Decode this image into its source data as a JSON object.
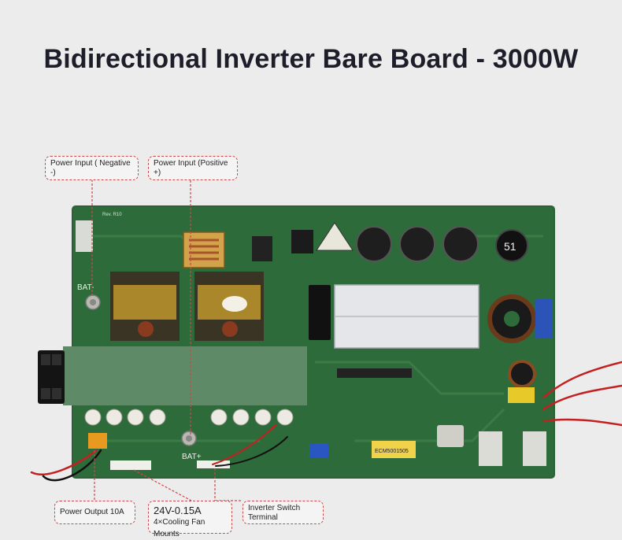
{
  "title": "Bidirectional Inverter Bare Board - 3000W",
  "labels": {
    "power_input_negative": "Power Input ( Negative -)",
    "power_input_positive": "Power Input (Positive +)",
    "power_output": "Power Output 10A",
    "fan_voltage": "24V-0.15A",
    "fan_mounts": "4×Cooling Fan Mounts",
    "inverter_switch": "Inverter Switch Terminal"
  },
  "board_markings": {
    "bat_minus": "BAT-",
    "bat_plus": "BAT+",
    "capacitor_number": "51",
    "relay_model": "ECM5001505",
    "revision": "Rev. R10"
  },
  "colors": {
    "pcb": "#2e6b3a",
    "callout_border": "#c94a4a"
  }
}
